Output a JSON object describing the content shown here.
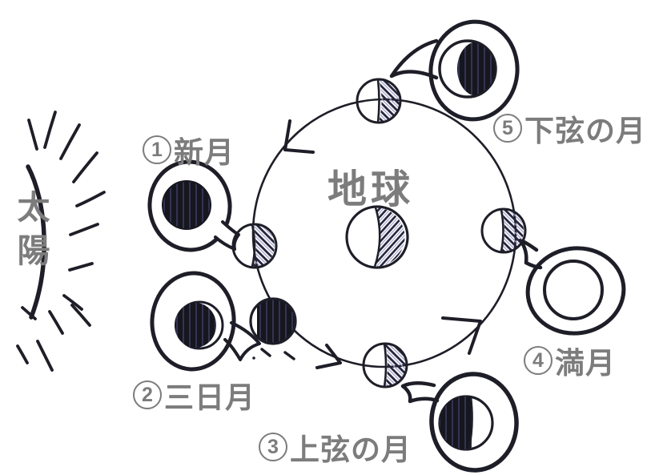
{
  "colors": {
    "ink": "#1e1e28",
    "label_gray": "#7c7c7c",
    "paper": "#ffffff",
    "hatch_dark": "#23233c",
    "hatch_tint": "#a0a0c8",
    "moon_dark": "#16161f"
  },
  "sun": {
    "label": "太陽"
  },
  "earth": {
    "label": "地球"
  },
  "phases": [
    {
      "number": "1",
      "name": "新月"
    },
    {
      "number": "2",
      "name": "三日月"
    },
    {
      "number": "3",
      "name": "上弦の月"
    },
    {
      "number": "4",
      "name": "満月"
    },
    {
      "number": "5",
      "name": "下弦の月"
    }
  ]
}
